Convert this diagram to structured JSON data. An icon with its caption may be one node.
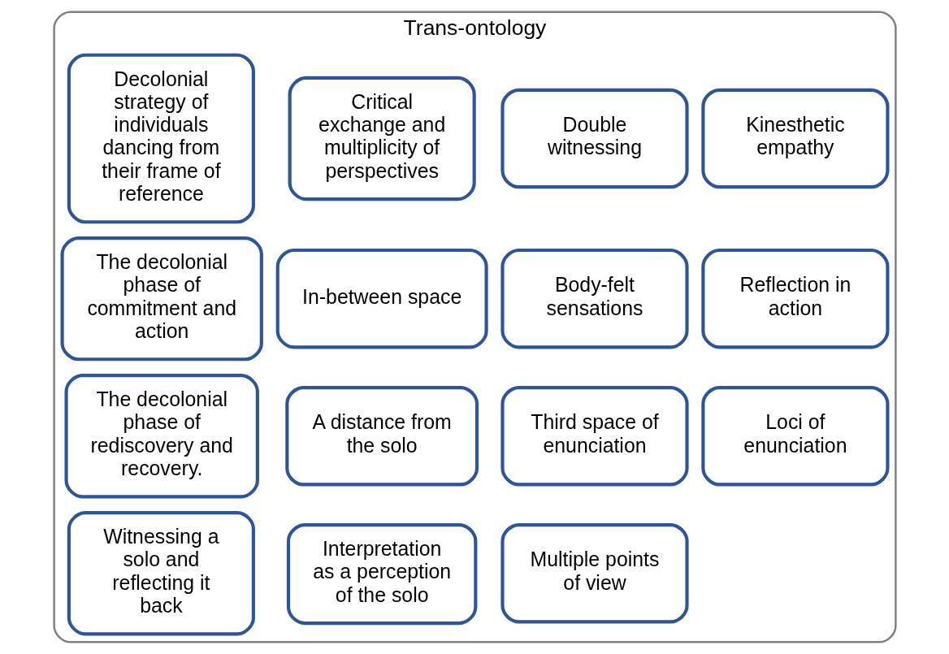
{
  "diagram": {
    "nodes": [
      {
        "text": [
          "Trans-ontology"
        ]
      },
      {
        "text": [
          "Interpretation as a perception of the solo"
        ],
        "in": 0
      },
      {
        "text": [
          "Witnessing a solo and reflecting it back"
        ],
        "in": 0
      },
      {
        "text": [
          "Critical exchange and multiplicity of perspectives"
        ],
        "in": 0
      },
      {
        "text": [
          "Double witnessing"
        ],
        "in": 0
      },
      {
        "text": [
          "Decolonial strategy of individuals dancing from their frame of reference"
        ],
        "in": 0
      },
      {
        "text": [
          "The decolonial phase of commitment and action"
        ],
        "in": 0
      },
      {
        "text": [
          "Body-felt sensations"
        ],
        "in": 0
      },
      {
        "text": [
          "A distance from the solo"
        ],
        "in": 0
      },
      {
        "text": [
          "Third space of enunciation"
        ],
        "in": 0
      },
      {
        "text": [
          "Multiple points of view"
        ],
        "in": 0
      },
      {
        "text": [
          "Kinesthetic empathy"
        ],
        "in": 0
      },
      {
        "text": [
          "Reflection in action"
        ],
        "in": 0
      },
      {
        "text": [
          "The decolonial phase of rediscovery and recovery."
        ],
        "in": 0
      },
      {
        "text": [
          "In-between space"
        ],
        "in": 0
      },
      {
        "text": [
          "Loci of enunciation"
        ],
        "in": 0
      }
    ],
    "edges": []
  }
}
